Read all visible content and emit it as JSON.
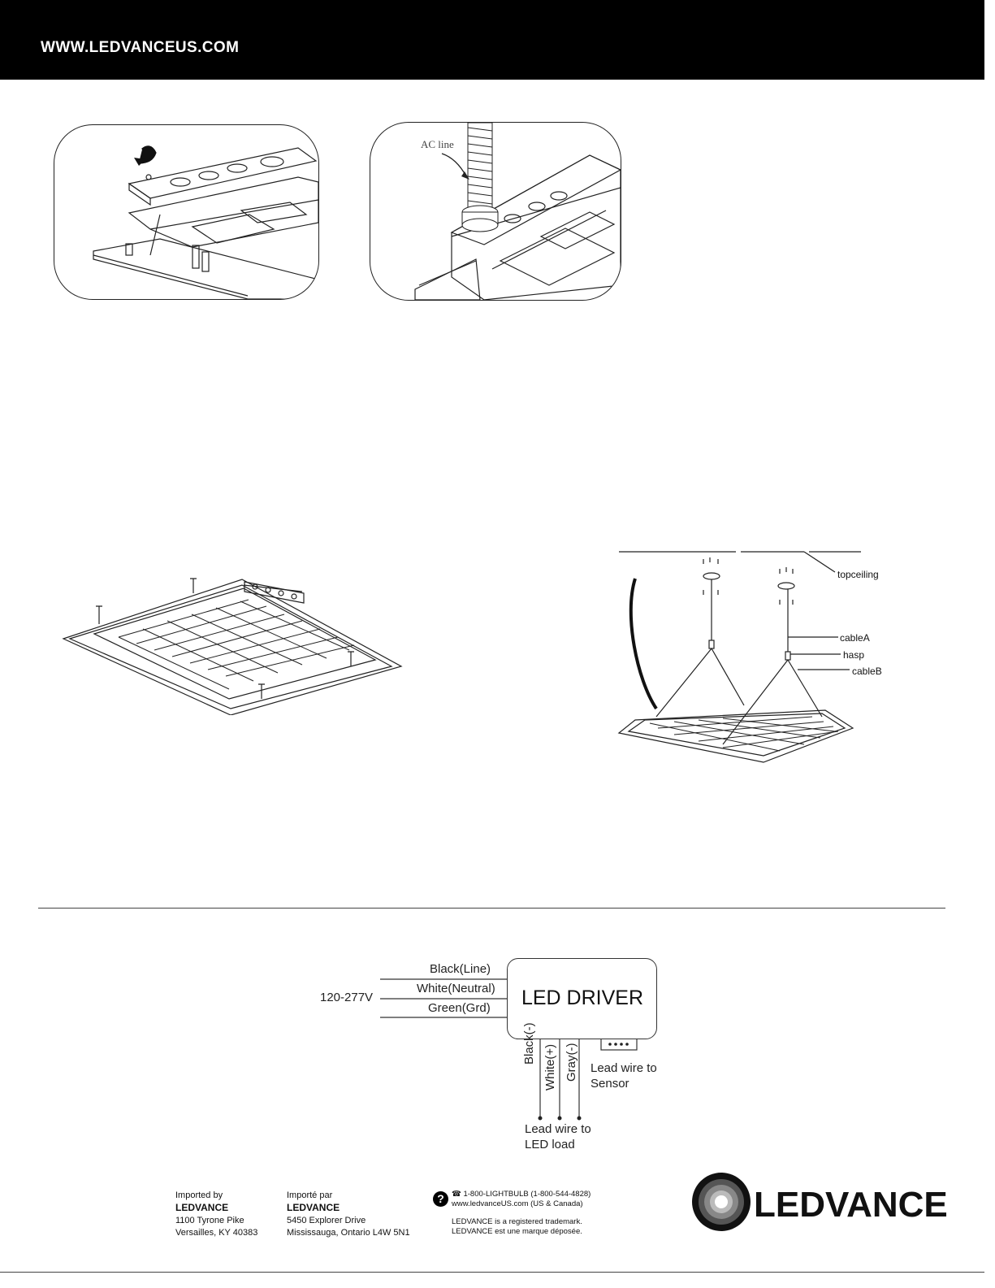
{
  "header": {
    "url": "WWW.LEDVANCEUS.COM"
  },
  "figure_top_right": {
    "ac_line_label": "AC line"
  },
  "suspension_figure": {
    "labels": {
      "top_ceiling": "topceiling",
      "cable_a": "cableA",
      "hasp": "hasp",
      "cable_b": "cableB"
    }
  },
  "wiring_diagram": {
    "voltage": "120-277V",
    "input_wires": [
      "Black(Line)",
      "White(Neutral)",
      "Green(Grd)"
    ],
    "driver_title": "LED DRIVER",
    "output_wires": [
      "Black(-)",
      "White(+)",
      "Gray(-)"
    ],
    "sensor_label_line1": "Lead wire to",
    "sensor_label_line2": "Sensor",
    "load_label_line1": "Lead wire to",
    "load_label_line2": "LED load"
  },
  "footer": {
    "imported_by": {
      "heading": "Imported by",
      "company": "LEDVANCE",
      "line1": "1100 Tyrone Pike",
      "line2": "Versailles, KY 40383"
    },
    "importe_par": {
      "heading": "Importé par",
      "company": "LEDVANCE",
      "line1": "5450 Explorer Drive",
      "line2": "Mississauga, Ontario L4W 5N1"
    },
    "contact": {
      "phone": "1-800-LIGHTBULB (1-800-544-4828)",
      "web": "www.ledvanceUS.com (US & Canada)",
      "trademark_en": "LEDVANCE is a registered trademark.",
      "trademark_fr": "LEDVANCE est une marque déposée."
    },
    "logo_text": "LEDVANCE",
    "help_icon_glyph": "?",
    "phone_icon_glyph": "☎"
  }
}
